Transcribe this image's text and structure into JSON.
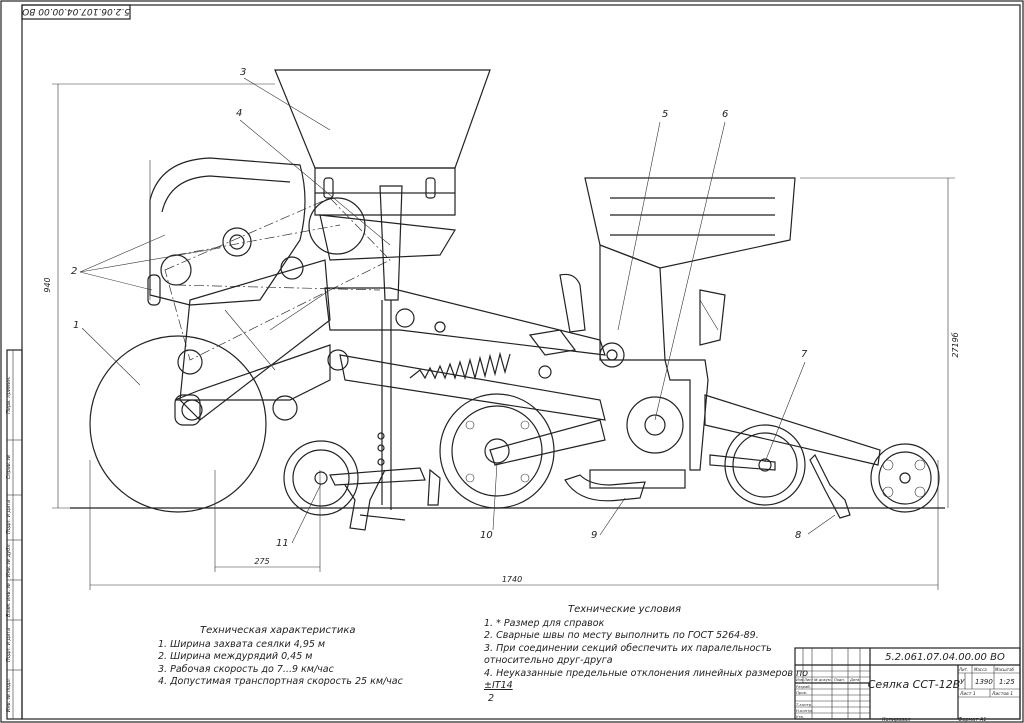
{
  "drawing_code_rotated": "5.2.06.107.04.00.00 ВО",
  "title_block": {
    "code": "5.2.061.07.04.00.00 ВО",
    "name": "Сеялка ССТ-12В",
    "lit_header": "Лит.",
    "mass_header": "Масса",
    "scale_header": "Масштаб",
    "lit_value": "У",
    "mass_value": "1390",
    "scale_value": "1:25",
    "sheet_label": "Лист 1",
    "sheets_label": "Листов 1",
    "col_headers": [
      "Изм",
      "Лист",
      "№ докум.",
      "Подп.",
      "Дата"
    ],
    "roles": [
      "Разраб.",
      "Пров.",
      "Т.контр.",
      "Н.контр.",
      "Утв."
    ],
    "copied": "Копировал",
    "format": "Формат A1"
  },
  "side_stamps": [
    "Перв. примен.",
    "Справ. №",
    "Подп. и дата",
    "Инв. № дубл.",
    "Взам. инв. №",
    "Подп. и дата",
    "Инв. № подл."
  ],
  "dimensions": {
    "height_total": "940",
    "height_right": "2719б",
    "width_total": "1740",
    "width_small": "275"
  },
  "callouts": [
    "1",
    "2",
    "3",
    "4",
    "5",
    "6",
    "7",
    "8",
    "9",
    "10",
    "11"
  ],
  "tech_characteristics": {
    "title": "Техническая характеристика",
    "items": [
      "1. Ширина захвата сеялки 4,95 м",
      "2. Ширина междурядий 0,45 м",
      "3. Рабочая скорость до 7...9 км/час",
      "4. Допустимая транспортная скорость 25 км/час"
    ]
  },
  "tech_conditions": {
    "title": "Технические условия",
    "items": [
      "1. * Размер для справок",
      "2. Сварные швы по месту выполнить по ГОСТ 5264-89.",
      "3. При соединении секций обеспечить их паралельность",
      "относительно друг-друга",
      "4. Неуказанные предельные отклонения линейных размеров по",
      "±IT14",
      "2"
    ]
  }
}
